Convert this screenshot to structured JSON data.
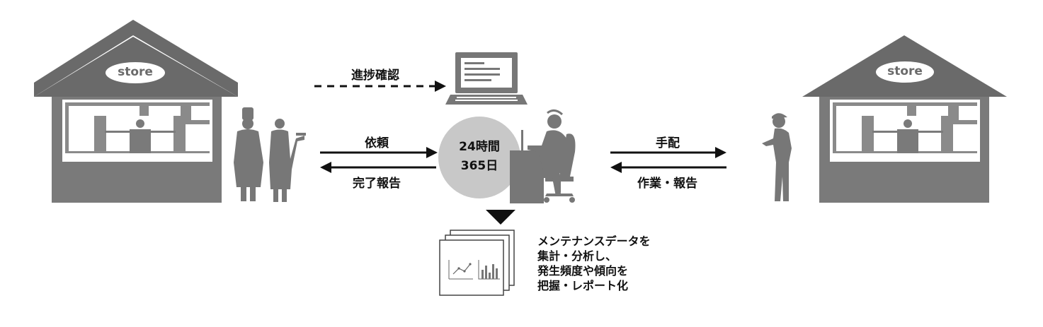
{
  "stores": {
    "left_label": "store",
    "right_label": "store"
  },
  "flow": {
    "progress_check": "進捗確認",
    "request": "依頼",
    "completion_report": "完了報告",
    "arrange": "手配",
    "work_report": "作業・報告"
  },
  "center": {
    "line1": "24時間",
    "line2": "365日"
  },
  "analysis": {
    "lines": [
      "メンテナンスデータを",
      "集計・分析し、",
      "発生頻度や傾向を",
      "把握・レポート化"
    ]
  },
  "colors": {
    "building": "#7a7a7a",
    "roof": "#6a6a6a",
    "circle": "#c8c8c8",
    "person": "#777777"
  }
}
